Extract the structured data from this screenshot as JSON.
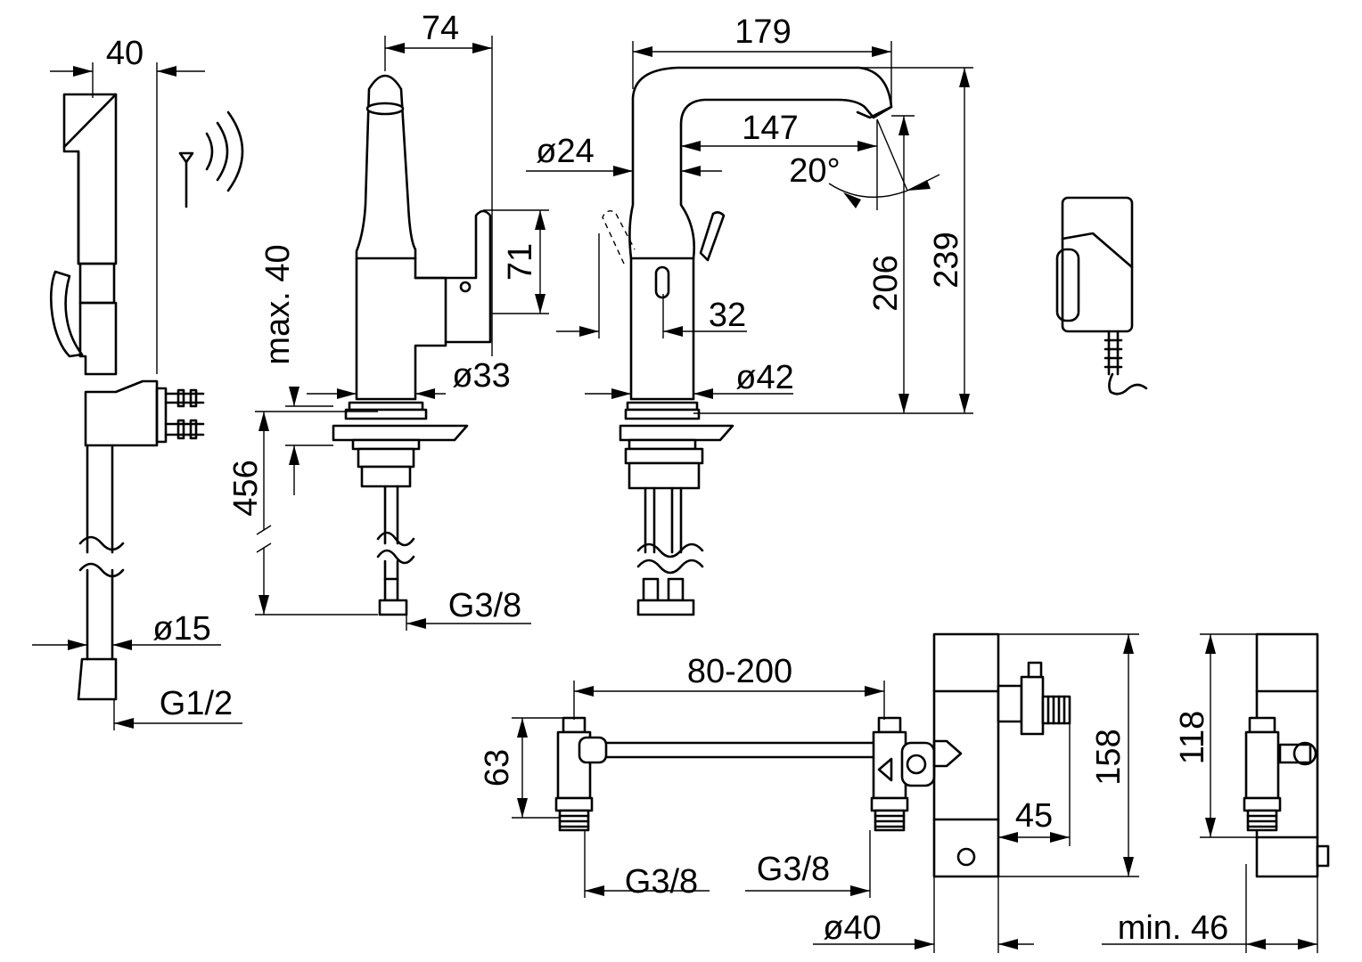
{
  "dimensions": {
    "hand_shower_width": "40",
    "hose_diameter": "ø15",
    "hose_thread": "G1/2",
    "spout_projection_side": "74",
    "max_deck_thickness": "max. 40",
    "lever_height": "71",
    "base_diameter_side": "ø33",
    "hose_length": "456",
    "inlet_thread_side": "G3/8",
    "spout_reach": "179",
    "spout_inner_reach": "147",
    "body_diameter_top": "ø24",
    "spout_angle": "20°",
    "outlet_height": "206",
    "total_height": "239",
    "sensor_offset": "32",
    "base_diameter_front": "ø42",
    "valve_spacing": "80-200",
    "valve_height": "63",
    "thread_left": "G3/8",
    "thread_right": "G3/8",
    "box_depth": "45",
    "box_height": "158",
    "box_side_height": "118",
    "box_diameter": "ø40",
    "min_clearance": "min. 46"
  },
  "icons": [
    "radio-signal-icon"
  ]
}
